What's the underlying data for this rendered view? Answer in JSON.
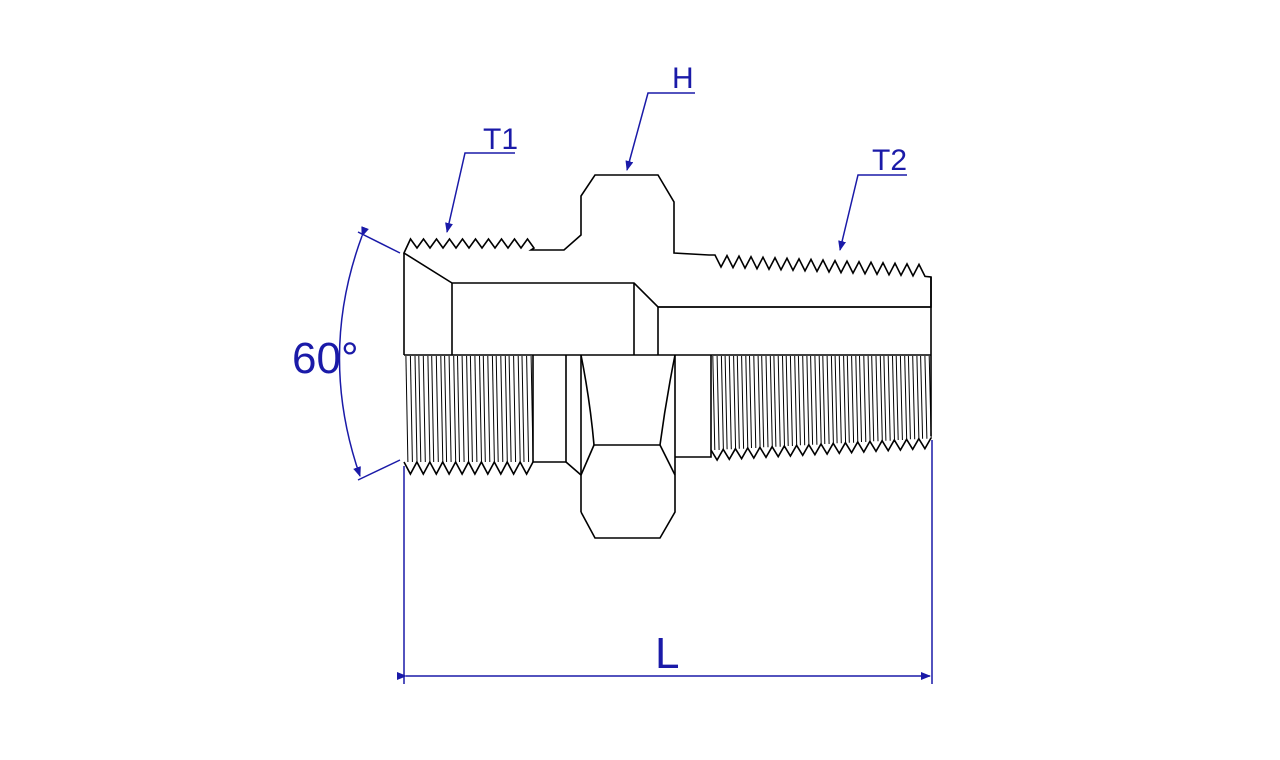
{
  "labels": {
    "thread_1": "T1",
    "hex": "H",
    "thread_2": "T2",
    "angle": "60°",
    "length": "L"
  },
  "colors": {
    "dimension": "#1a1aa8",
    "outline": "#000000"
  }
}
